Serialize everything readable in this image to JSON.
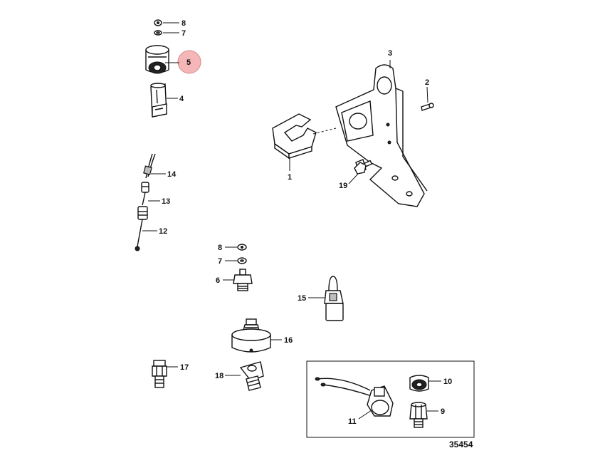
{
  "figure_number": "35454",
  "highlight_color": "#f4b6b6",
  "callouts": {
    "c1": "1",
    "c2": "2",
    "c3": "3",
    "c4": "4",
    "c5": "5",
    "c6": "6",
    "c7a": "7",
    "c7b": "7",
    "c8a": "8",
    "c8b": "8",
    "c9": "9",
    "c10": "10",
    "c11": "11",
    "c12": "12",
    "c13": "13",
    "c14": "14",
    "c15": "15",
    "c16": "16",
    "c17": "17",
    "c18": "18",
    "c19": "19"
  }
}
